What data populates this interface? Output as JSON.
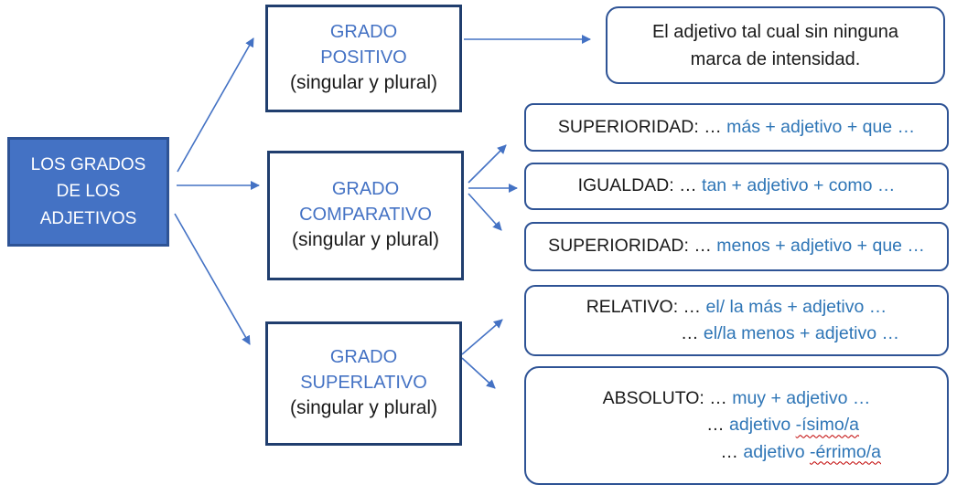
{
  "colors": {
    "root_fill": "#4472C4",
    "root_border": "#2E5395",
    "grade_border": "#203E6E",
    "rounded_border": "#2E5395",
    "heading_blue": "#4472C4",
    "phrase_blue": "#2E75B6",
    "arrow": "#4472C4",
    "wavy_red": "#C00000"
  },
  "root_box": {
    "line1": "LOS GRADOS",
    "line2": "DE LOS",
    "line3": "ADJETIVOS"
  },
  "grades": {
    "positivo": {
      "line1": "GRADO",
      "line2": "POSITIVO",
      "subtitle": "(singular y plural)"
    },
    "comparativo": {
      "line1": "GRADO",
      "line2": "COMPARATIVO",
      "subtitle": "(singular y plural)"
    },
    "superlativo": {
      "line1": "GRADO",
      "line2": "SUPERLATIVO",
      "subtitle": "(singular y plural)"
    }
  },
  "details": {
    "positivo": {
      "line1": "El adjetivo tal cual sin ninguna",
      "line2": "marca de intensidad."
    },
    "superioridad_mas": {
      "label": "SUPERIORIDAD: … ",
      "phrase": "más + adjetivo + que …"
    },
    "igualdad": {
      "label": "IGUALDAD: … ",
      "phrase": "tan + adjetivo + como …"
    },
    "superioridad_menos": {
      "label": "SUPERIORIDAD: … ",
      "phrase": "menos + adjetivo + que …"
    },
    "relativo": {
      "line1_label": "RELATIVO: … ",
      "line1_phrase": "el/ la más + adjetivo …",
      "line2_label": "… ",
      "line2_phrase": "el/la menos + adjetivo …"
    },
    "absoluto": {
      "line1_label": "ABSOLUTO: … ",
      "line1_phrase": "muy + adjetivo …",
      "line2_label": "… ",
      "line2_phrase": "adjetivo ",
      "line2_wavy": "-ísimo/a",
      "line3_label": "… ",
      "line3_phrase": "adjetivo ",
      "line3_wavy": "-érrimo/a"
    }
  }
}
